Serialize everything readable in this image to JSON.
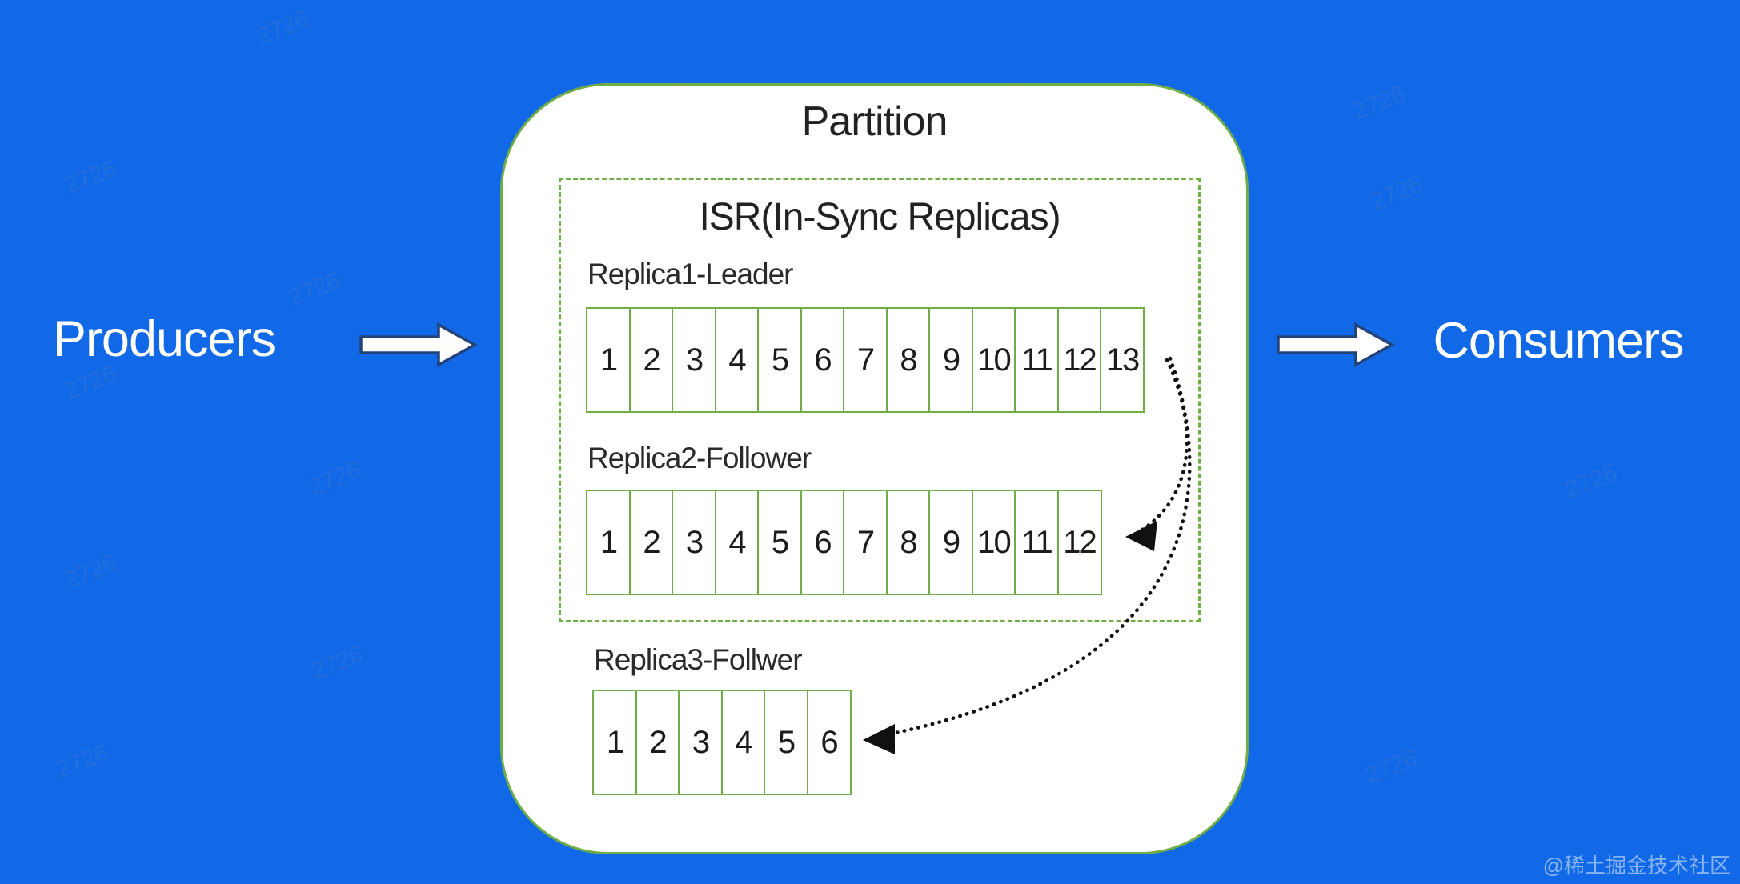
{
  "canvas": {
    "background_color": "#1169E8"
  },
  "labels": {
    "producers": "Producers",
    "consumers": "Consumers"
  },
  "partition": {
    "title": "Partition",
    "isr_title": "ISR(In-Sync Replicas)",
    "replicas": [
      {
        "label": "Replica1-Leader",
        "in_isr": true,
        "cells": [
          "1",
          "2",
          "3",
          "4",
          "5",
          "6",
          "7",
          "8",
          "9",
          "10",
          "11",
          "12",
          "13"
        ]
      },
      {
        "label": "Replica2-Follower",
        "in_isr": true,
        "cells": [
          "1",
          "2",
          "3",
          "4",
          "5",
          "6",
          "7",
          "8",
          "9",
          "10",
          "11",
          "12"
        ]
      },
      {
        "label": "Replica3-Follwer",
        "in_isr": false,
        "cells": [
          "1",
          "2",
          "3",
          "4",
          "5",
          "6"
        ]
      }
    ]
  },
  "colors": {
    "background_blue": "#1169E8",
    "diagram_green": "#70AD47",
    "text_black": "#222222",
    "arrow_fill_white": "#FFFFFF",
    "arrow_outline_navy": "#24427A",
    "dotted_arrow_black": "#111111"
  },
  "watermark": {
    "pattern_text": "2726",
    "corner_text": "@稀土掘金技术社区"
  }
}
